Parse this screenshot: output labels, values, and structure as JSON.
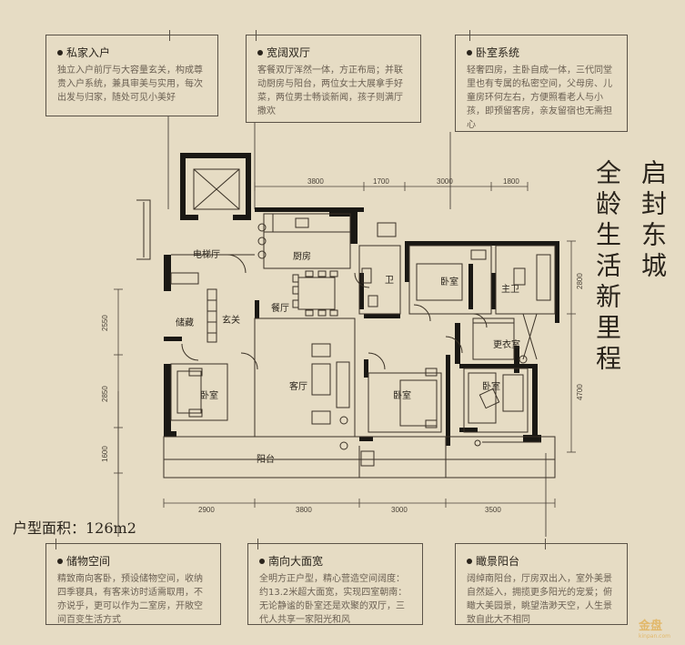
{
  "callouts_top": [
    {
      "title": "私家入户",
      "body": "独立入户前厅与大容量玄关，构成尊贵入户系统，兼具审美与实用，每次出发与归家，随处可见小美好"
    },
    {
      "title": "宽阔双厅",
      "body": "客餐双厅浑然一体，方正布局；并联动厨房与阳台，两位女士大展拿手好菜，两位男士畅谈新闻，孩子则满厅撒欢"
    },
    {
      "title": "卧室系统",
      "body": "轻奢四房，主卧自成一体，三代同堂里也有专属的私密空间，父母房、儿童房环何左右，方便照看老人与小孩，即预留客房，亲友留宿也无需担心"
    }
  ],
  "callouts_bottom": [
    {
      "title": "储物空间",
      "body": "精致南向客卧，预设储物空间，收纳四季寝具，有客来访时适需取用，不亦说乎，更可以作为二室房，开敞空间百变生活方式"
    },
    {
      "title": "南向大面宽",
      "body": "全明方正户型，精心营造空间阔度：约13.2米超大面宽，实现四室朝南：无论静谧的卧室还是欢聚的双厅，三代人共享一家阳光和风"
    },
    {
      "title": "瞰景阳台",
      "body": "阔绰南阳台，厅房双出入，室外美景自然延入，拥揽更多阳光的宠爱；俯瞰大美园景，眺望浩渺天空，人生景致自此大不相同"
    }
  ],
  "slogan": {
    "col1": "启封东城",
    "col2": "全龄生活新里程"
  },
  "area_label": "户型面积：126m2",
  "rooms": {
    "elevator_hall": "电梯厅",
    "kitchen": "厨房",
    "dining": "餐厅",
    "foyer": "玄关",
    "storage": "储藏",
    "bath": "卫",
    "master_bath": "主卫",
    "closet": "更衣室",
    "living": "客厅",
    "bedroom1": "卧室",
    "bedroom2": "卧室",
    "bedroom3": "卧室",
    "bedroom4": "卧室",
    "balcony": "阳台"
  },
  "dimensions": {
    "top": [
      "3800",
      "1700",
      "3000",
      "1800"
    ],
    "bottom": [
      "2900",
      "3800",
      "3000",
      "3500"
    ],
    "left": [
      "2550",
      "2850",
      "1600"
    ],
    "right": [
      "2800",
      "4700"
    ]
  },
  "watermark": {
    "brand": "金盘",
    "url": "kinpan.com"
  }
}
